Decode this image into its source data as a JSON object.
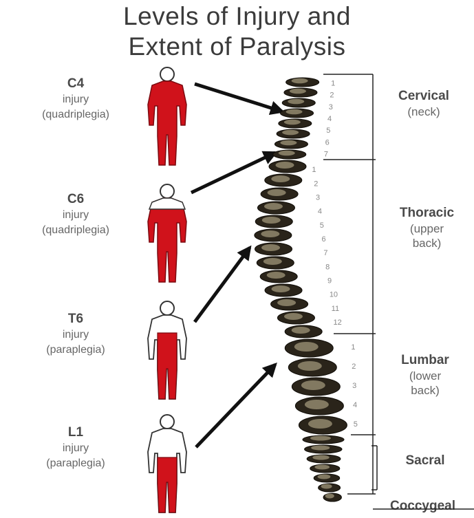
{
  "title": {
    "line1": "Levels of Injury and",
    "line2": "Extent of Paralysis"
  },
  "levels": [
    {
      "code": "C4",
      "word": "injury",
      "type": "(quadriplegia)"
    },
    {
      "code": "C6",
      "word": "injury",
      "type": "(quadriplegia)"
    },
    {
      "code": "T6",
      "word": "injury",
      "type": "(paraplegia)"
    },
    {
      "code": "L1",
      "word": "injury",
      "type": "(paraplegia)"
    }
  ],
  "regions": [
    {
      "name": "Cervical",
      "sub1": "(neck)",
      "sub2": ""
    },
    {
      "name": "Thoracic",
      "sub1": "(upper",
      "sub2": "back)"
    },
    {
      "name": "Lumbar",
      "sub1": "(lower",
      "sub2": "back)"
    },
    {
      "name": "Sacral",
      "sub1": "",
      "sub2": ""
    },
    {
      "name": "Coccygeal",
      "sub1": "",
      "sub2": ""
    }
  ],
  "vertebra_numbers": {
    "cervical": [
      "1",
      "2",
      "3",
      "4",
      "5",
      "6",
      "7"
    ],
    "thoracic": [
      "1",
      "2",
      "3",
      "4",
      "5",
      "6",
      "7",
      "8",
      "9",
      "10",
      "11",
      "12"
    ],
    "lumbar": [
      "1",
      "2",
      "3",
      "4",
      "5"
    ]
  },
  "colors": {
    "paralysis": "#d0121b",
    "outline": "#333333",
    "arrow": "#111111",
    "bone": "#2a241a"
  }
}
